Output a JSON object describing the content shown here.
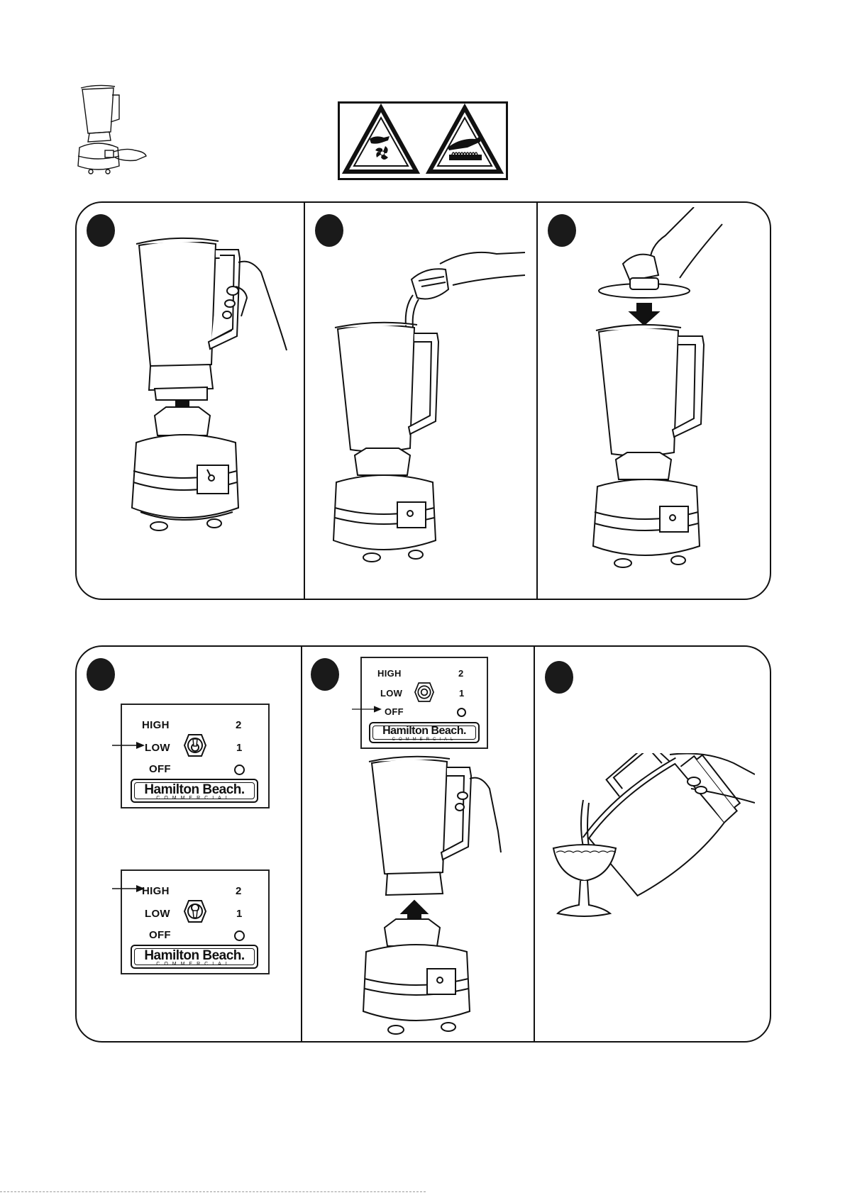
{
  "switch_panel": {
    "high_label": "HIGH",
    "low_label": "LOW",
    "off_label": "OFF",
    "high_number": "2",
    "low_number": "1",
    "brand_name": "Hamilton Beach.",
    "brand_sub": "COMMERCIAL"
  },
  "steps": [
    {
      "id": 1,
      "action": "attach-container"
    },
    {
      "id": 2,
      "action": "add-ingredients"
    },
    {
      "id": 3,
      "action": "place-lid"
    },
    {
      "id": 4,
      "action": "select-speed"
    },
    {
      "id": 5,
      "action": "switch-off-remove"
    },
    {
      "id": 6,
      "action": "pour"
    }
  ],
  "colors": {
    "ink": "#111111",
    "paper": "#ffffff",
    "badge": "#1a1a1a"
  },
  "warnings": [
    "hand-blade-warning-icon",
    "hot-surface-warning-icon"
  ]
}
